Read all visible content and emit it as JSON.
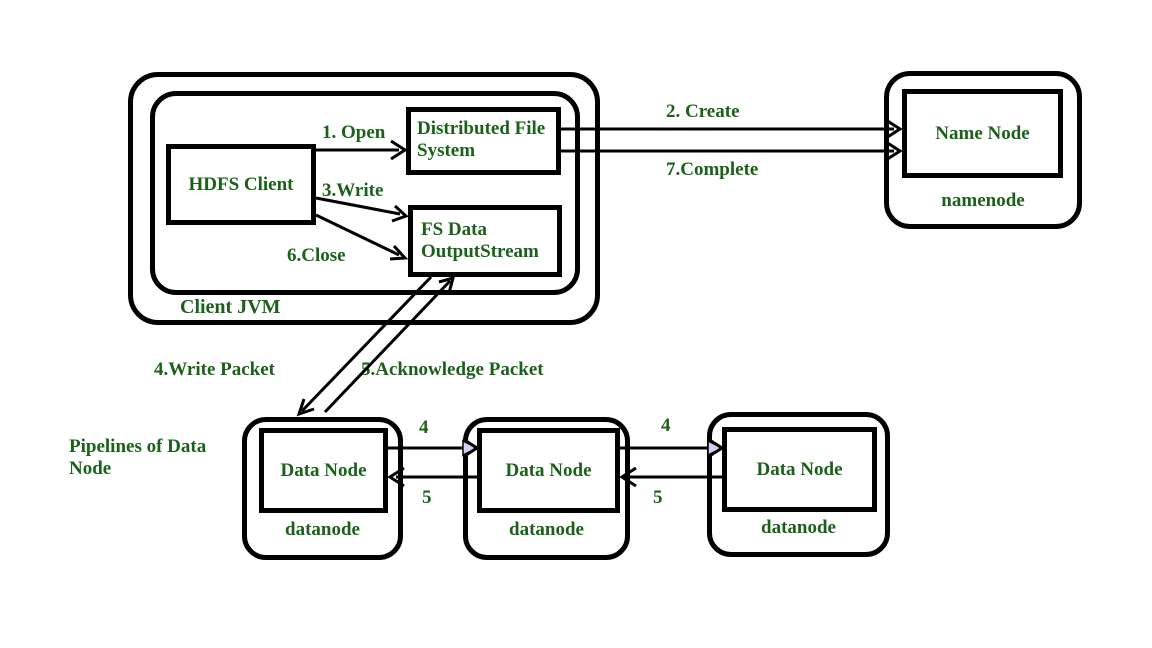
{
  "colors": {
    "text_green": "#1a611a",
    "line_black": "#000000",
    "arrowhead_lavender": "#d6cff0"
  },
  "diagram": {
    "client_jvm": {
      "label": "Client JVM",
      "hdfs_client": "HDFS Client",
      "distributed_file_system": "Distributed File\nSystem",
      "fs_data_output_stream": "FS Data\nOutputStream"
    },
    "namenode": {
      "title": "Name Node",
      "caption": "namenode"
    },
    "datanodes": [
      {
        "title": "Data Node",
        "caption": "datanode"
      },
      {
        "title": "Data Node",
        "caption": "datanode"
      },
      {
        "title": "Data Node",
        "caption": "datanode"
      }
    ],
    "edges": {
      "open": "1. Open",
      "create": "2. Create",
      "write": "3.Write",
      "write_packet": "4.Write Packet",
      "ack_packet": "5.Acknowledge Packet",
      "close": "6.Close",
      "complete": "7.Complete",
      "pipe_write_num": "4",
      "pipe_ack_num": "5"
    },
    "pipeline_label": "Pipelines of Data\nNode"
  }
}
